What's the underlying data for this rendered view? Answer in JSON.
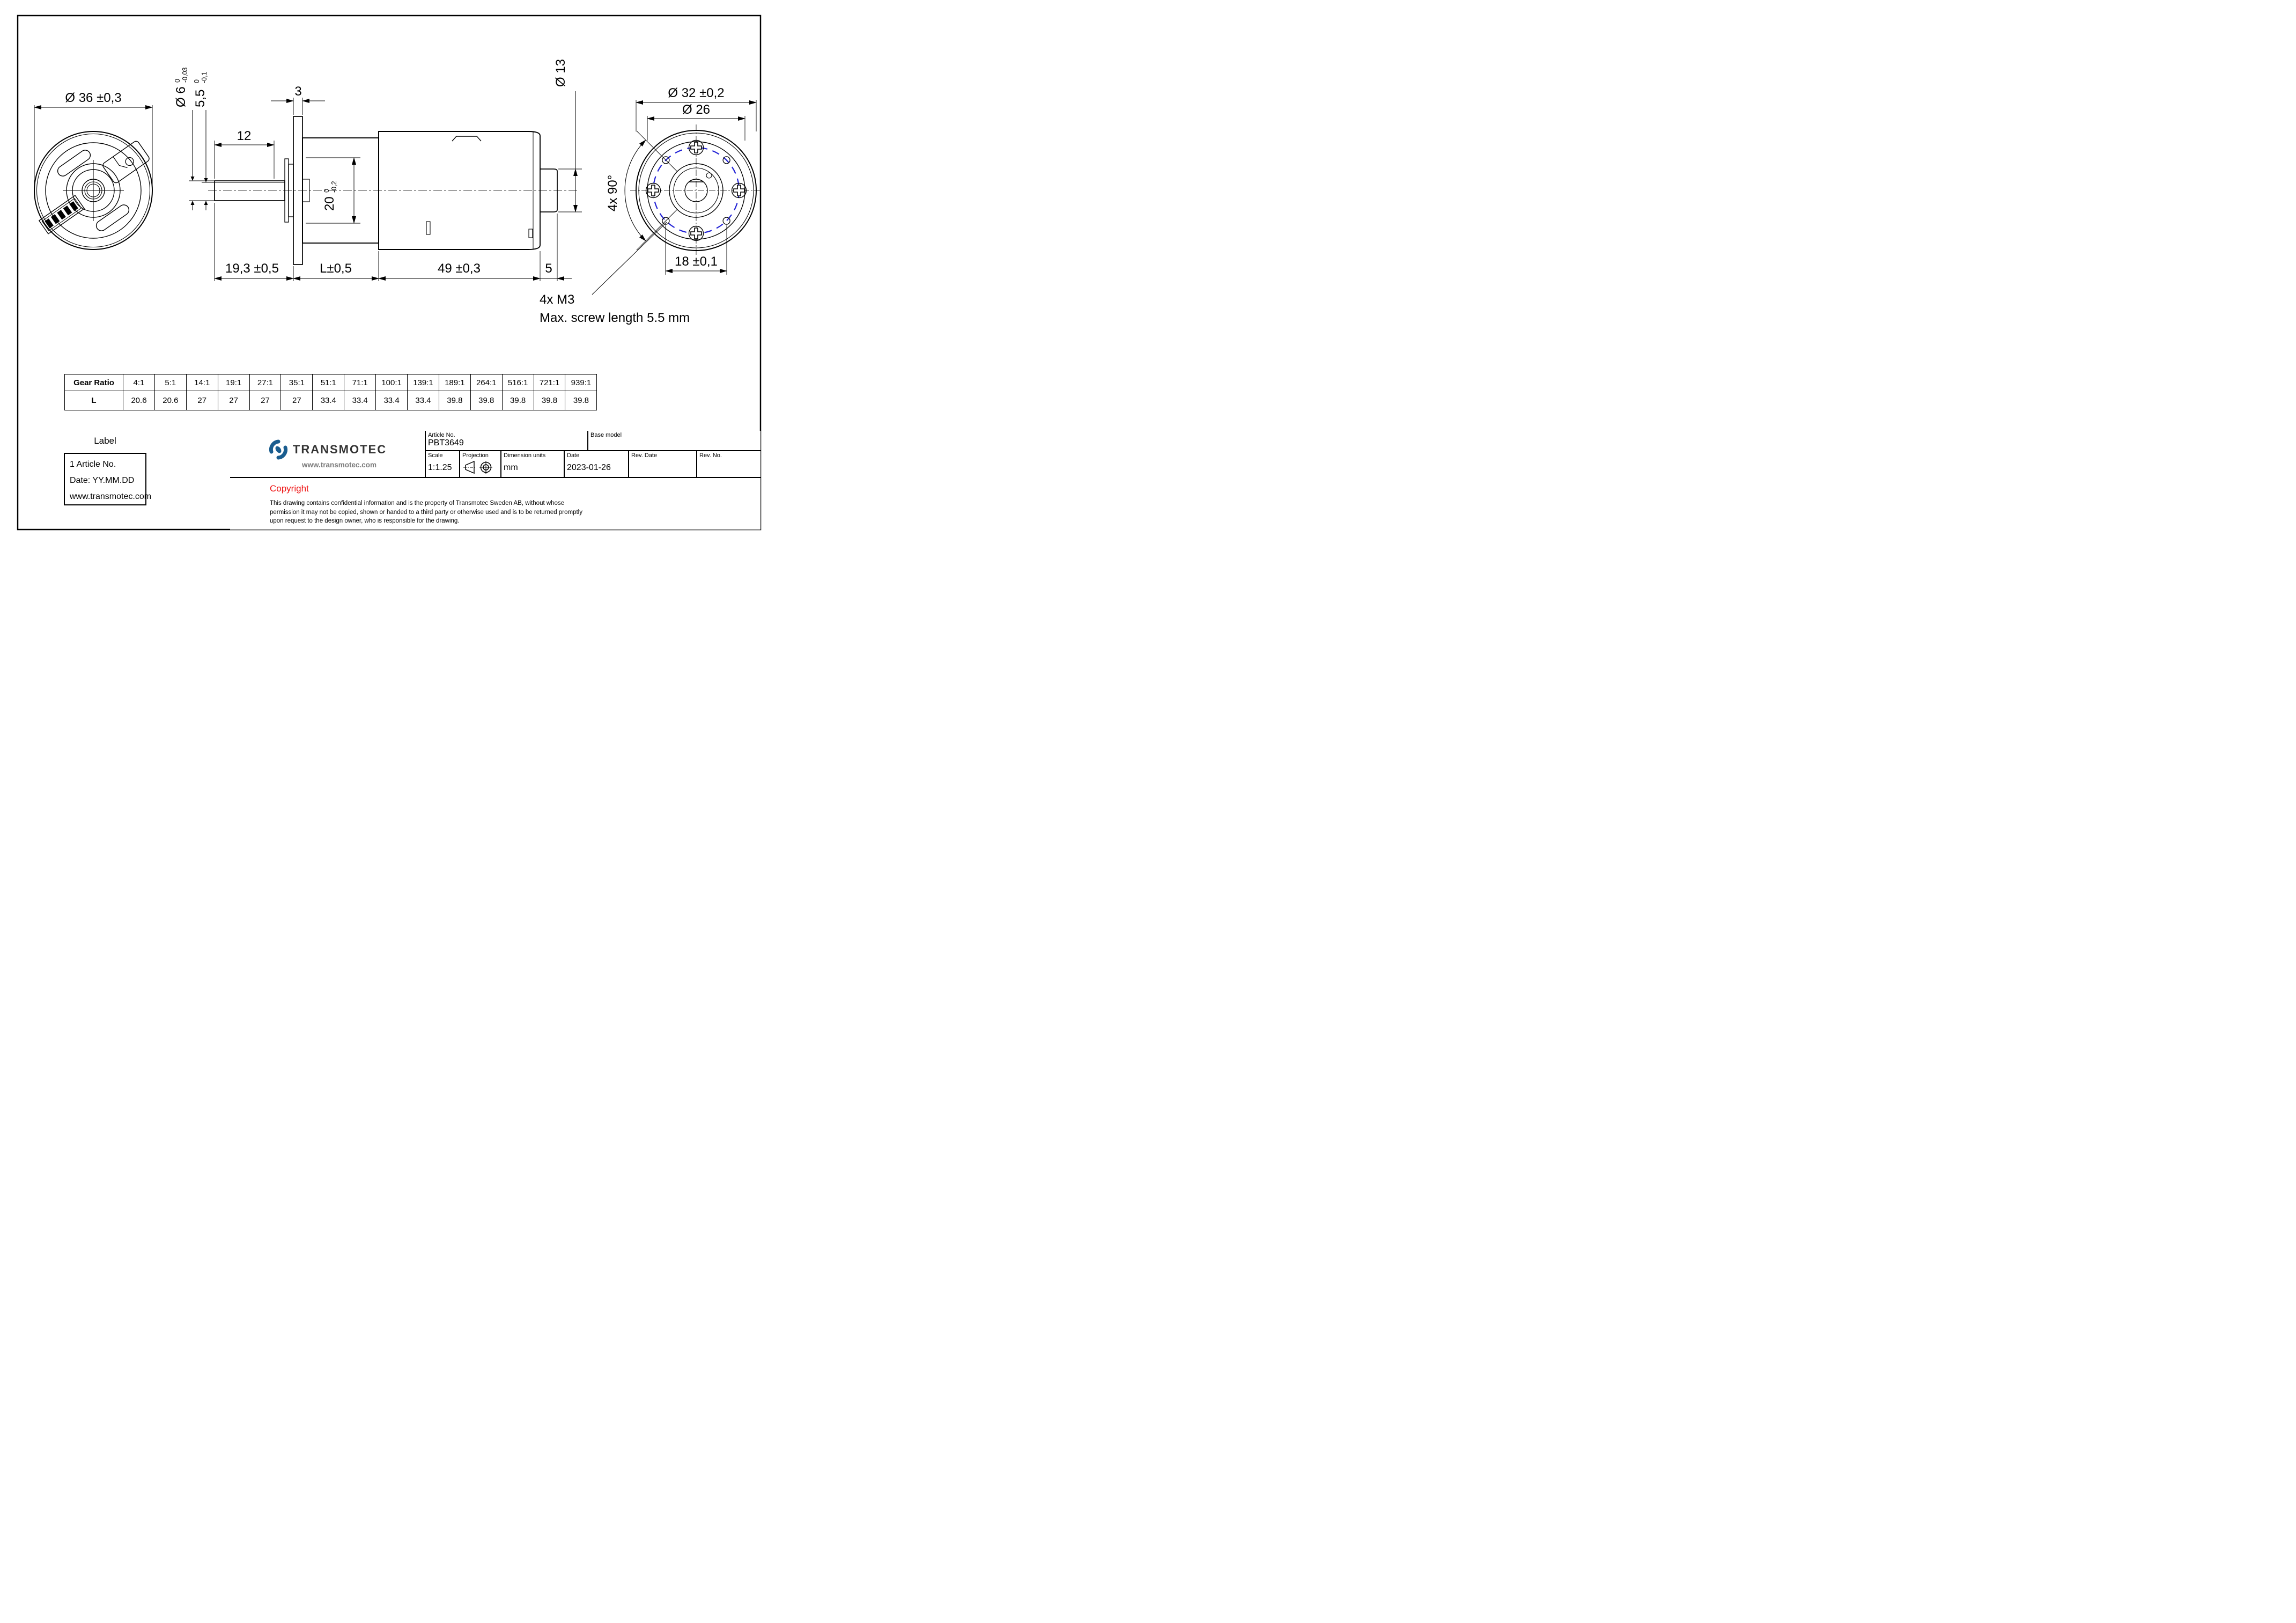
{
  "drawing": {
    "dims": {
      "d36": "Ø 36 ±0,3",
      "d6": "Ø 6",
      "d6_tol_hi": "0",
      "d6_tol_lo": "-0,03",
      "d55": "5,5",
      "d55_tol_hi": "0",
      "d55_tol_lo": "-0,1",
      "d12": "12",
      "d3": "3",
      "d20": "20",
      "d20_tol_hi": "0",
      "d20_tol_lo": "-0,2",
      "d13": "Ø 13",
      "d19_3": "19,3 ±0,5",
      "dL": "L±0,5",
      "d49": "49 ±0,3",
      "d5": "5",
      "d32": "Ø 32 ±0,2",
      "d26": "Ø 26",
      "d90": "4x 90°",
      "d18": "18 ±0,1",
      "m3_1": "4x M3",
      "m3_2": "Max. screw length 5.5 mm"
    }
  },
  "gear_table": {
    "header": "Gear Ratio",
    "row_label": "L",
    "ratios": [
      "4:1",
      "5:1",
      "14:1",
      "19:1",
      "27:1",
      "35:1",
      "51:1",
      "71:1",
      "100:1",
      "139:1",
      "189:1",
      "264:1",
      "516:1",
      "721:1",
      "939:1"
    ],
    "lengths": [
      "20.6",
      "20.6",
      "27",
      "27",
      "27",
      "27",
      "33.4",
      "33.4",
      "33.4",
      "33.4",
      "39.8",
      "39.8",
      "39.8",
      "39.8",
      "39.8"
    ]
  },
  "label_box": {
    "title": "Label",
    "line1": "1 Article No.",
    "line2": "Date: YY.MM.DD",
    "line3": "www.transmotec.com"
  },
  "title_block": {
    "brand": "TRANSMOTEC",
    "website": "www.transmotec.com",
    "article_no_label": "Article No.",
    "article_no": "PBT3649",
    "base_model_label": "Base model",
    "scale_label": "Scale",
    "scale": "1:1.25",
    "projection_label": "Projection",
    "dimension_units_label": "Dimension units",
    "dimension_units": "mm",
    "date_label": "Date",
    "date": "2023-01-26",
    "rev_date_label": "Rev. Date",
    "rev_no_label": "Rev. No.",
    "copyright_title": "Copyright",
    "copyright_text": "This drawing contains confidential information and is the property of Transmotec Sweden AB, without whose permission it may not be copied, shown or handed to a third party or otherwise used and is to be returned promptly upon request to the design owner, who is responsible for the drawing."
  },
  "colors": {
    "accent_blue": "#1a5d8f",
    "bolt_circle_blue": "#2323d6",
    "copyright_red": "#ee1111",
    "line_black": "#000000"
  }
}
